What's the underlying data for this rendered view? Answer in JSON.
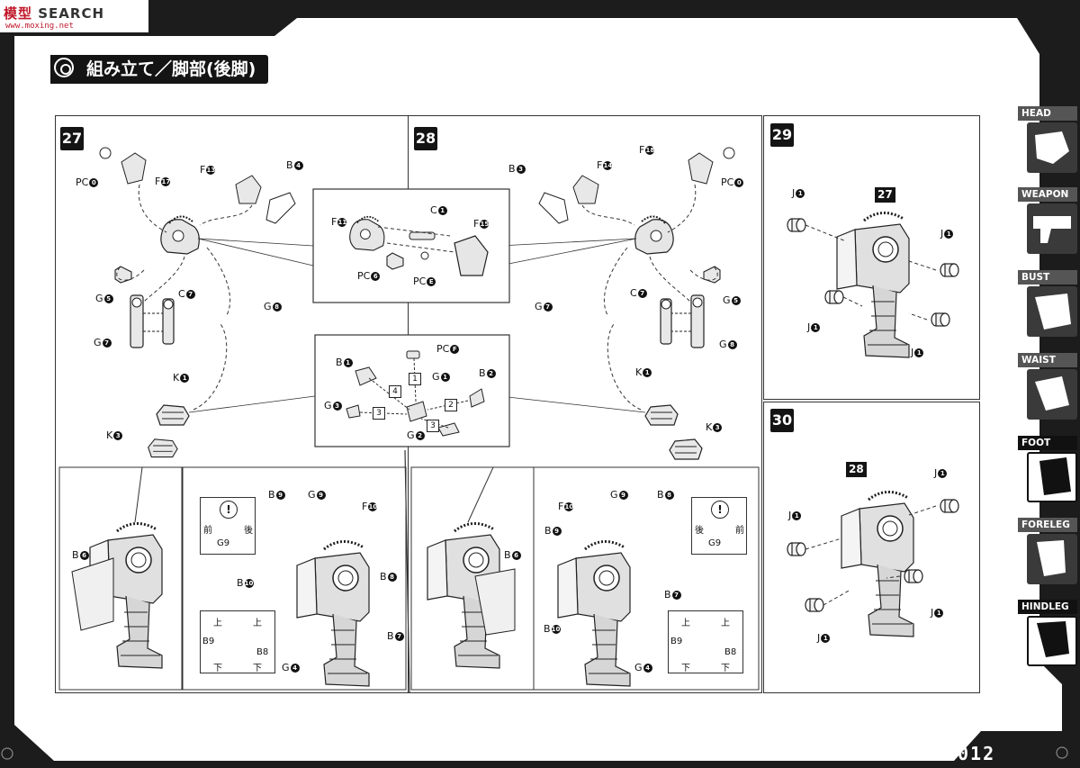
{
  "header": {
    "site_name_prefix": "模型",
    "site_name_suffix": "SEARCH",
    "site_url": "www.moxing.net",
    "title": "組み立て／脚部(後脚)"
  },
  "page_number": "012",
  "steps": {
    "s27": "27",
    "s28": "28",
    "s29": "29",
    "s30": "30"
  },
  "sub_refs": {
    "in29": "27",
    "in30": "28"
  },
  "labels": {
    "pc0": "PC",
    "f17": "F",
    "f13": "F",
    "b4": "B",
    "g5": "G",
    "c7": "C",
    "g8": "G",
    "g7": "G",
    "k1": "K",
    "k3": "K",
    "c1": "C",
    "f11": "F",
    "f15": "F",
    "pc6": "PC",
    "pcE": "PC",
    "pcF": "PC",
    "b1": "B",
    "g1": "G",
    "b2": "B",
    "g3": "G",
    "g2": "G",
    "j1": "J",
    "b6": "B",
    "b9": "B",
    "g9": "G",
    "f10": "F",
    "b10": "B",
    "b8": "B",
    "b7": "B",
    "g4": "G",
    "front": "前",
    "back": "後",
    "up": "上",
    "down": "下"
  },
  "nums": {
    "n0": "0",
    "n17": "17",
    "n13": "13",
    "n4": "4",
    "n5": "5",
    "n7": "7",
    "n8": "8",
    "n1": "1",
    "n3": "3",
    "n11": "11",
    "n15": "15",
    "n6": "6",
    "nE": "E",
    "nF": "F",
    "n2": "2",
    "n18": "18",
    "n14": "14",
    "n9": "9",
    "n10": "10"
  },
  "order": [
    "1",
    "2",
    "3",
    "4"
  ],
  "tabs": [
    {
      "label": "HEAD",
      "active": false
    },
    {
      "label": "WEAPON",
      "active": false
    },
    {
      "label": "BUST",
      "active": false
    },
    {
      "label": "WAIST",
      "active": false
    },
    {
      "label": "FOOT",
      "active": true
    },
    {
      "label": "FORELEG",
      "active": false
    },
    {
      "label": "HINDLEG",
      "active": true
    }
  ],
  "colors": {
    "ink": "#141414",
    "frame": "#2a2a2a",
    "paper": "#ffffff",
    "accent": "#c0182a"
  }
}
